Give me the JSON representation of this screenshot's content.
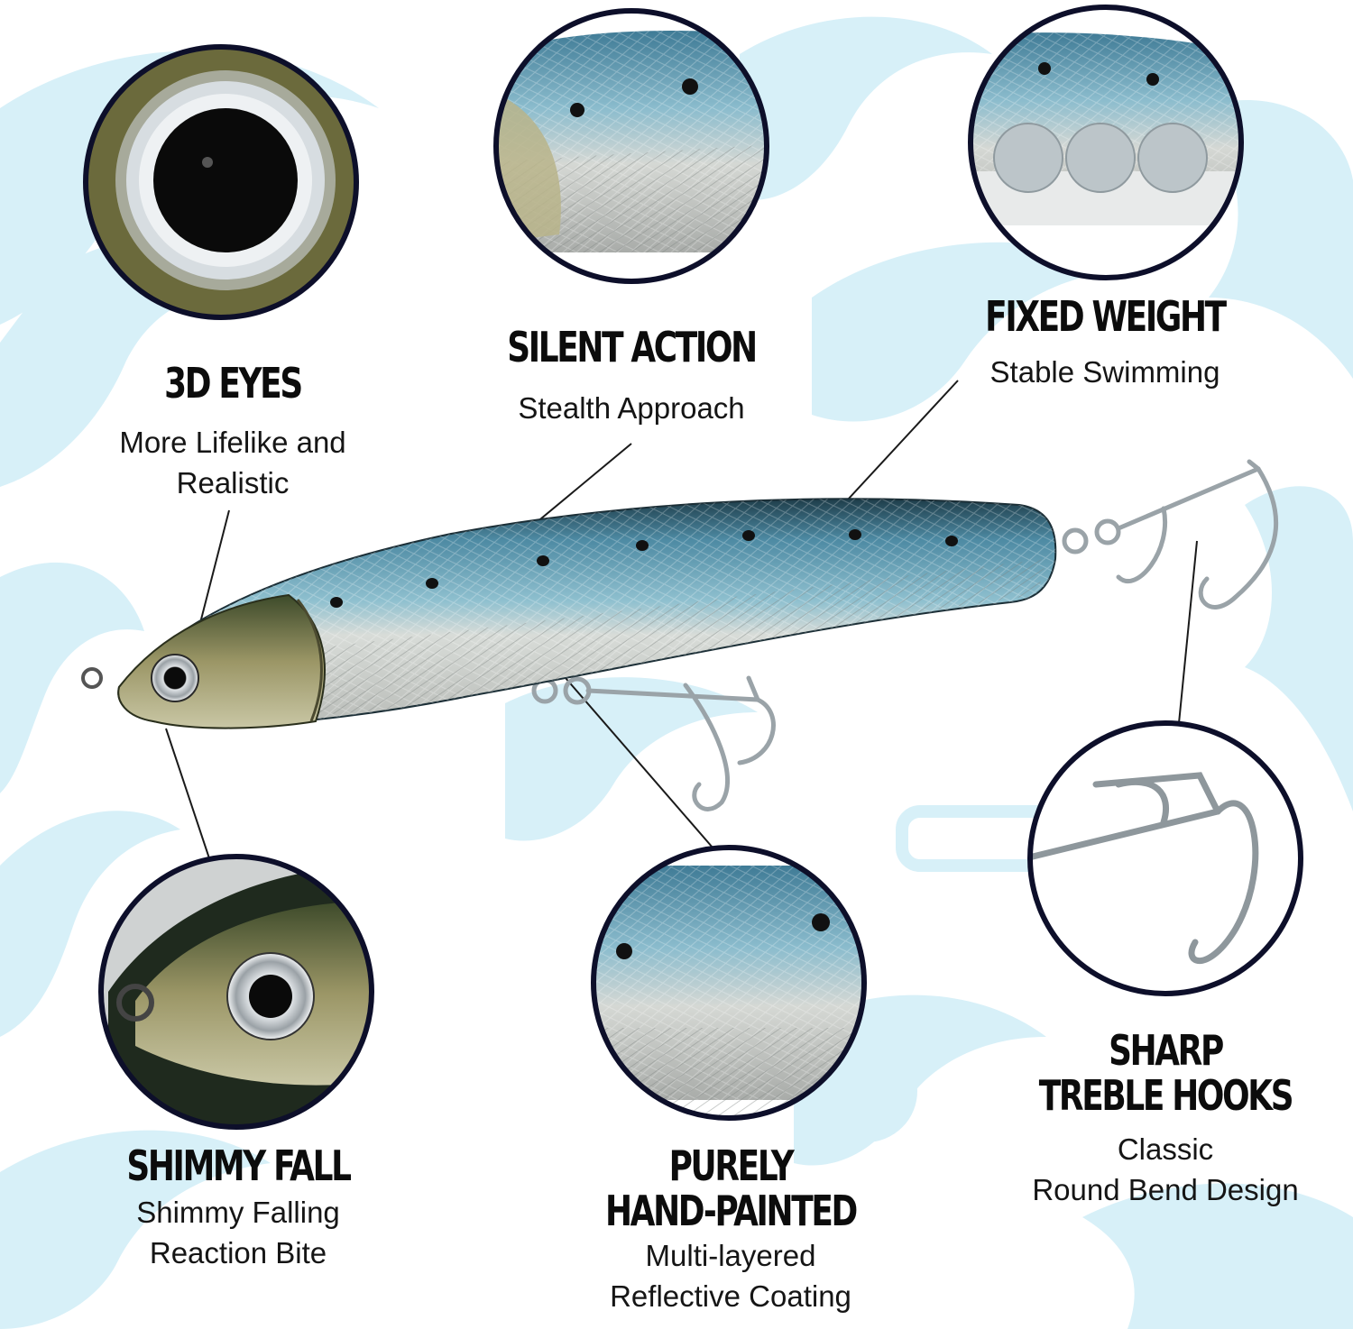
{
  "features": [
    {
      "id": "eyes",
      "title": "3D EYES",
      "desc": "More Lifelike and\nRealistic"
    },
    {
      "id": "silent",
      "title": "SILENT ACTION",
      "desc": "Stealth Approach"
    },
    {
      "id": "weight",
      "title": "FIXED WEIGHT",
      "desc": "Stable Swimming"
    },
    {
      "id": "shimmy",
      "title": "SHIMMY FALL",
      "desc": "Shimmy Falling\nReaction Bite"
    },
    {
      "id": "painted",
      "title": "PURELY\nHAND-PAINTED",
      "desc": "Multi-layered\nReflective Coating"
    },
    {
      "id": "hooks",
      "title": "SHARP\nTREBLE HOOKS",
      "desc": "Classic\nRound Bend Design"
    }
  ],
  "colors": {
    "background_art": "#d3eef7",
    "lure_back": "#5f9bb3",
    "lure_belly": "#d9dcd8",
    "lure_head": "#8f8d5c",
    "circle_border": "#0d0f2a"
  }
}
